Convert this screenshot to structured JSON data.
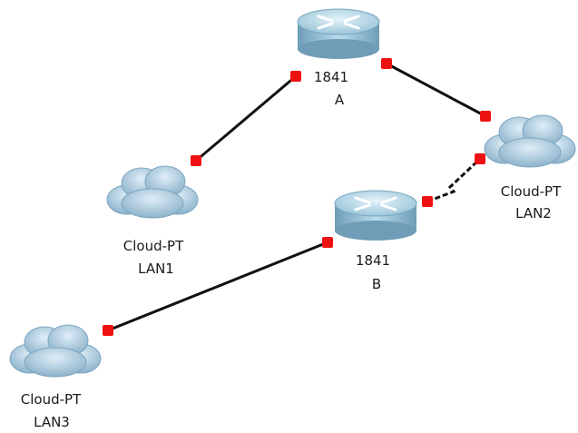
{
  "devices": [
    {
      "id": "router-a",
      "kind": "router",
      "model": "1841",
      "name": "A"
    },
    {
      "id": "router-b",
      "kind": "router",
      "model": "1841",
      "name": "B"
    },
    {
      "id": "cloud-lan1",
      "kind": "cloud",
      "model": "Cloud-PT",
      "name": "LAN1"
    },
    {
      "id": "cloud-lan2",
      "kind": "cloud",
      "model": "Cloud-PT",
      "name": "LAN2"
    },
    {
      "id": "cloud-lan3",
      "kind": "cloud",
      "model": "Cloud-PT",
      "name": "LAN3"
    }
  ],
  "links": [
    {
      "from": "router-a",
      "to": "cloud-lan1",
      "style": "solid"
    },
    {
      "from": "router-a",
      "to": "cloud-lan2",
      "style": "solid"
    },
    {
      "from": "router-b",
      "to": "cloud-lan2",
      "style": "serial"
    },
    {
      "from": "router-b",
      "to": "cloud-lan3",
      "style": "solid"
    }
  ],
  "colors": {
    "link": "#111111",
    "port": "#ee1111",
    "router_body": "#9cc4d8",
    "cloud_body": "#a9c9dd",
    "label_text": "#1a1a1a"
  }
}
